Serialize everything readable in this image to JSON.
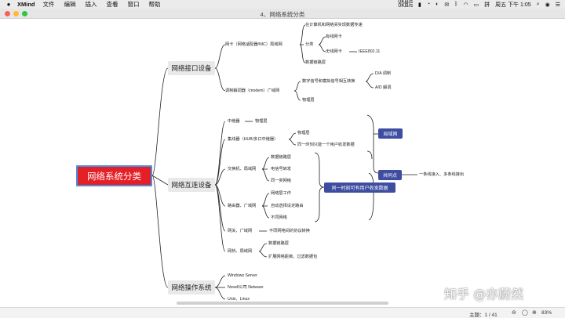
{
  "menubar": {
    "app": "XMind",
    "items": [
      "文件",
      "编辑",
      "插入",
      "查看",
      "窗口",
      "帮助"
    ],
    "net_up": "0KB/s",
    "net_down": "0KB/s",
    "clock": "周五 下午 1:05"
  },
  "window": {
    "title": "4、网络系统分类"
  },
  "mindmap": {
    "root": "网络系统分类",
    "b1": {
      "label": "网络接口设备",
      "nic": "网卡（网络适配器/NIC）局域网",
      "nic_phys": "在计算机和网络间实现数据传递",
      "nic_class": "分类",
      "nic_wired": "有线网卡",
      "nic_wireless": "无线网卡",
      "nic_std": "IEEE802.11",
      "nic_datalink": "数据链路层",
      "modem": "调制解调器（modem）广域网",
      "modem_conv": "数字信号和模拟信号相互转换",
      "modem_da": "D/A 调制",
      "modem_ad": "A/D 解调",
      "modem_phys": "物理层"
    },
    "b2": {
      "label": "网络互连设备",
      "repeater": "中继器",
      "repeater_layer": "物理层",
      "hub": "集线器（HUB/多口中继器）",
      "hub_layer": "物理层",
      "hub_note": "同一时刻只能一个用户收发数据",
      "switch": "交换机、局域网",
      "switch_1": "数据链路层",
      "switch_2": "电信号转发",
      "switch_3": "同一类网络",
      "router": "路由器、广域网",
      "router_1": "网络层工作",
      "router_2": "自动选择设定路由",
      "router_3": "不同网络",
      "gateway": "网关、广域网",
      "gateway_note": "不同网络间的协议转换",
      "bridge": "网桥、局域网",
      "bridge_1": "数据链路层",
      "bridge_2": "扩展网络距离，过滤数据包",
      "box_lan": "局域网",
      "box_common": "共同点",
      "box_common_note": "一条线接入、多条线接出",
      "box_multi": "同一时刻可有用户收发数据"
    },
    "b3": {
      "label": "网络操作系统",
      "os1": "Windows Server",
      "os2": "Novell公司 Netware",
      "os3": "Unix、Linux"
    }
  },
  "statusbar": {
    "sheet": "主题：1 / 41",
    "zoom": "83%"
  },
  "watermark": "知乎 @亦蔚然",
  "colors": {
    "root": "#e41f26",
    "blue_box": "#3e4da0",
    "branch": "#e9e9e9",
    "line": "#222222"
  }
}
